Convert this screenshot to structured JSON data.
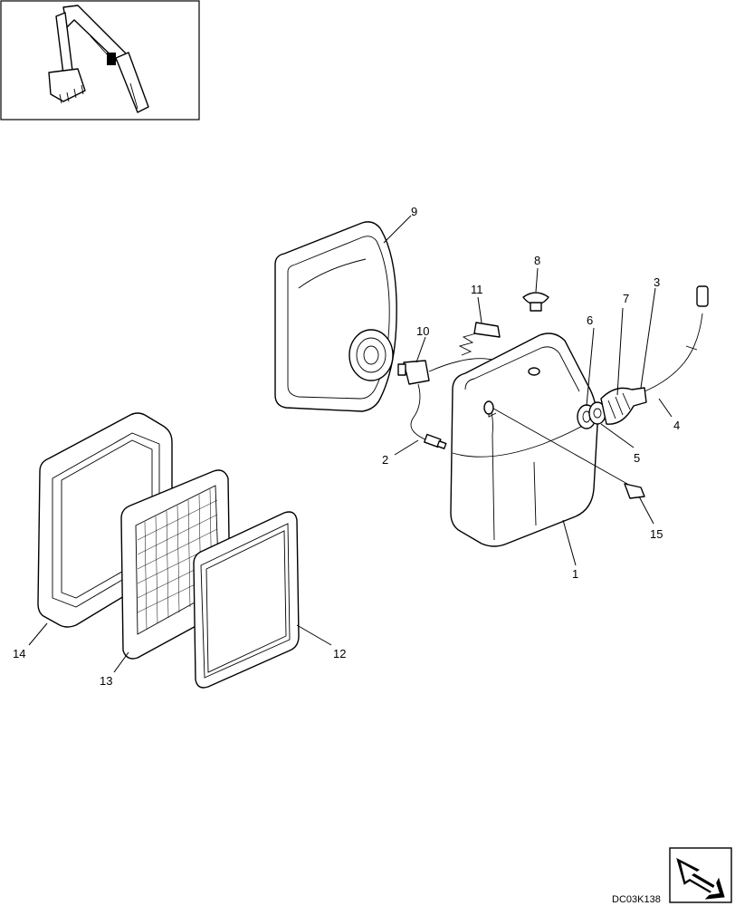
{
  "callouts": [
    {
      "id": "1",
      "text": "1"
    },
    {
      "id": "2",
      "text": "2"
    },
    {
      "id": "3",
      "text": "3"
    },
    {
      "id": "4",
      "text": "4"
    },
    {
      "id": "5",
      "text": "5"
    },
    {
      "id": "6",
      "text": "6"
    },
    {
      "id": "7",
      "text": "7"
    },
    {
      "id": "8",
      "text": "8"
    },
    {
      "id": "9",
      "text": "9"
    },
    {
      "id": "10",
      "text": "10"
    },
    {
      "id": "11",
      "text": "11"
    },
    {
      "id": "12",
      "text": "12"
    },
    {
      "id": "13",
      "text": "13"
    },
    {
      "id": "14",
      "text": "14"
    },
    {
      "id": "15",
      "text": "15"
    }
  ],
  "drawing_code": "DC03K138",
  "icons": {
    "locator": "excavator-arm-icon",
    "nav": "next-page-arrow-icon"
  }
}
